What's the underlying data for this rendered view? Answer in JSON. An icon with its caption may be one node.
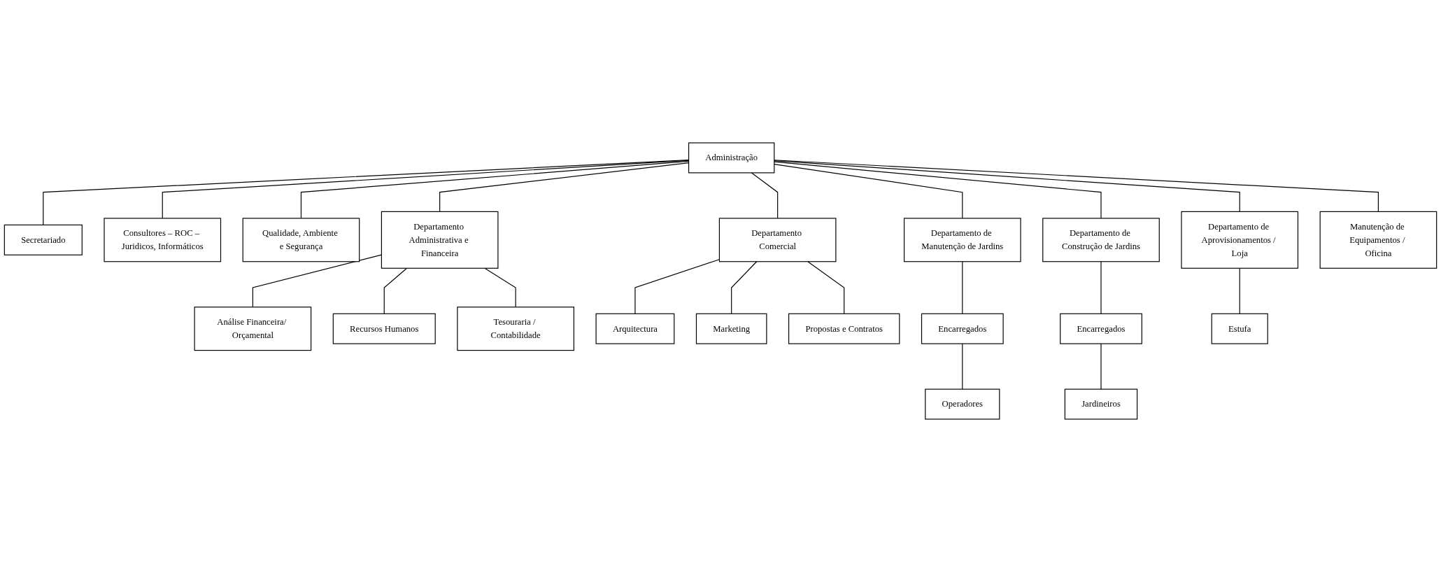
{
  "diagram": {
    "nodes": [
      {
        "text": [
          "Administração"
        ]
      },
      {
        "text": [
          "Secretariado"
        ]
      },
      {
        "text": [
          "Consultores – ROC – Juridicos, Informáticos"
        ]
      },
      {
        "text": [
          "Qualidade, Ambiente e Segurança"
        ]
      },
      {
        "text": [
          "Departamento Administrativa e Financeira"
        ]
      },
      {
        "text": [
          "Departamento Comercial"
        ]
      },
      {
        "text": [
          "Departamento de Manutenção de Jardins"
        ]
      },
      {
        "text": [
          "Departamento de Construção de Jardins"
        ]
      },
      {
        "text": [
          "Departamento de Aprovisionamentos / Loja"
        ]
      },
      {
        "text": [
          "Análise Financeira/ Orçamental"
        ]
      },
      {
        "text": [
          "Recursos Humanos"
        ]
      },
      {
        "text": [
          "Tesouraria / Contabilidade"
        ]
      },
      {
        "text": [
          "Arquitectura"
        ]
      },
      {
        "text": [
          "Marketing"
        ]
      },
      {
        "text": [
          "Propostas e Contratos"
        ]
      },
      {
        "text": [
          "Encarregados"
        ]
      },
      {
        "text": [
          "Operadores"
        ]
      },
      {
        "text": [
          "Encarregados"
        ]
      },
      {
        "text": [
          "Jardineiros"
        ]
      },
      {
        "text": [
          "Manutenção de Equipamentos / Oficina"
        ]
      },
      {
        "text": [
          "Estufa"
        ]
      }
    ],
    "edges": [
      {
        "from": 0,
        "to": 1,
        "arrow": "none"
      },
      {
        "from": 0,
        "to": 2,
        "arrow": "none"
      },
      {
        "from": 0,
        "to": 3,
        "arrow": "none"
      },
      {
        "from": 0,
        "to": 4,
        "arrow": "none"
      },
      {
        "from": 0,
        "to": 5,
        "arrow": "none"
      },
      {
        "from": 0,
        "to": 6,
        "arrow": "none"
      },
      {
        "from": 0,
        "to": 7,
        "arrow": "none"
      },
      {
        "from": 0,
        "to": 19,
        "arrow": "none"
      },
      {
        "from": 0,
        "to": 8,
        "arrow": "none"
      },
      {
        "from": 4,
        "to": 9,
        "arrow": "none"
      },
      {
        "from": 4,
        "to": 10,
        "arrow": "none"
      },
      {
        "from": 4,
        "to": 11,
        "arrow": "none"
      },
      {
        "from": 5,
        "to": 12,
        "arrow": "none"
      },
      {
        "from": 5,
        "to": 13,
        "arrow": "none"
      },
      {
        "from": 5,
        "to": 14,
        "arrow": "none"
      },
      {
        "from": 6,
        "to": 15,
        "arrow": "none"
      },
      {
        "from": 15,
        "to": 16,
        "arrow": "none"
      },
      {
        "from": 7,
        "to": 17,
        "arrow": "none"
      },
      {
        "from": 17,
        "to": 18,
        "arrow": "none"
      },
      {
        "from": 8,
        "to": 20,
        "arrow": "none"
      }
    ]
  }
}
